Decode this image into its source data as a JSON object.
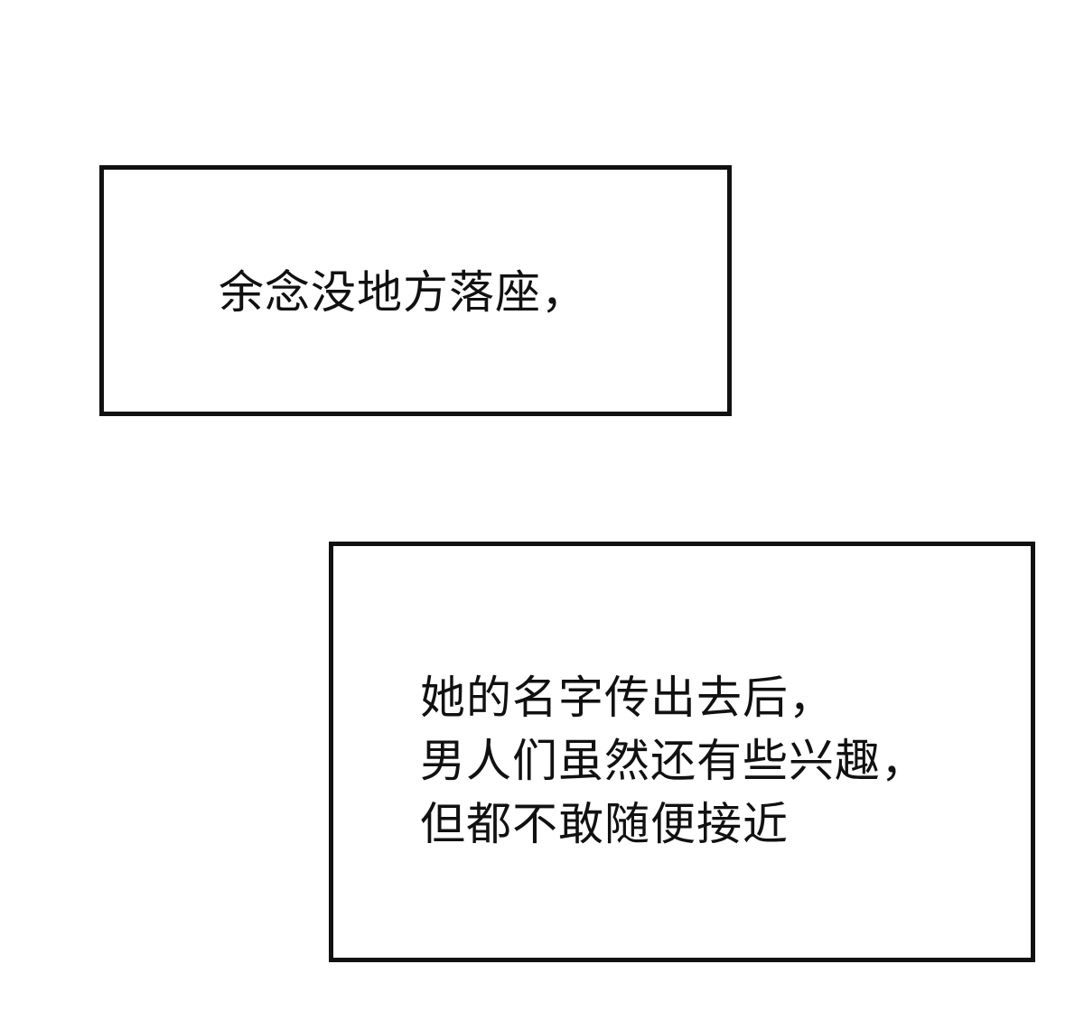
{
  "captions": [
    {
      "lines": [
        "余念没地方落座，"
      ]
    },
    {
      "lines": [
        "她的名字传出去后，",
        "男人们虽然还有些兴趣，",
        "但都不敢随便接近"
      ]
    }
  ]
}
